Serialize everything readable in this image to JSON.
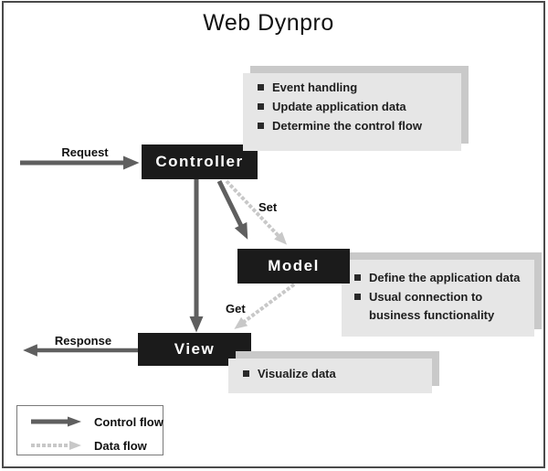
{
  "title": "Web Dynpro",
  "nodes": {
    "controller": {
      "label": "Controller"
    },
    "model": {
      "label": "Model"
    },
    "view": {
      "label": "View"
    }
  },
  "arrow_labels": {
    "request": "Request",
    "response": "Response",
    "set": "Set",
    "get": "Get"
  },
  "notes": {
    "controller": {
      "items": [
        "Event handling",
        "Update application data",
        "Determine the control flow"
      ]
    },
    "model": {
      "items": [
        "Define the application data",
        "Usual connection to business functionality"
      ]
    },
    "view": {
      "items": [
        "Visualize data"
      ]
    }
  },
  "legend": {
    "items": [
      {
        "type": "control",
        "label": "Control flow"
      },
      {
        "type": "data",
        "label": "Data flow"
      }
    ]
  },
  "colors": {
    "node_bg": "#1b1b1b",
    "node_text": "#ffffff",
    "control_flow": "#5f5f5f",
    "data_flow": "#c8c8c8",
    "note_bg": "#e6e6e6",
    "note_shadow": "#c9c9c9",
    "frame_border": "#4a4a4a"
  }
}
